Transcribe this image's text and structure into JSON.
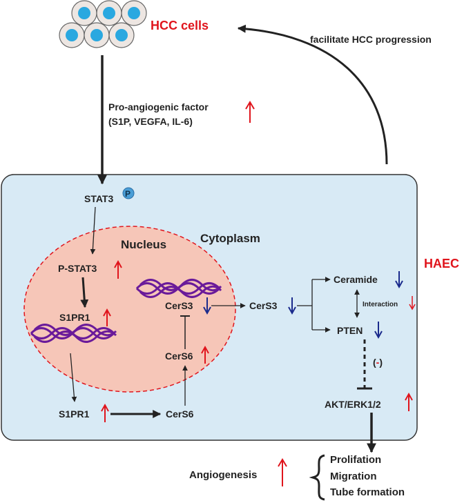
{
  "hcc_label": "HCC cells",
  "facilitate_label": "facilitate HCC progression",
  "pro_factor_line1": "Pro-angiogenic factor",
  "pro_factor_line2": "(S1P, VEGFA, IL-6)",
  "haec_label": "HAEC",
  "cytoplasm_label": "Cytoplasm",
  "nucleus_label": "Nucleus",
  "stat3": "STAT3",
  "phospho": "P",
  "pstat3": "P-STAT3",
  "s1pr1_nuc": "S1PR1",
  "s1pr1_cyto": "S1PR1",
  "cers3_nuc": "CerS3",
  "cers6_nuc": "CerS6",
  "cers6_cyto": "CerS6",
  "cers3_cyto": "CerS3",
  "ceramide": "Ceramide",
  "interaction": "Interaction",
  "pten": "PTEN",
  "negative": "(-)",
  "akt": "AKT/ERK1/2",
  "angiogenesis": "Angiogenesis",
  "outcomes": [
    "Prolifation",
    "Migration",
    "Tube formation"
  ],
  "colors": {
    "red": "#e0141c",
    "blue": "#1a2a8c",
    "cell_fill": "#d8eaf5",
    "nucleus_fill": "#f6c6b8",
    "dot": "#2aa8e0"
  }
}
